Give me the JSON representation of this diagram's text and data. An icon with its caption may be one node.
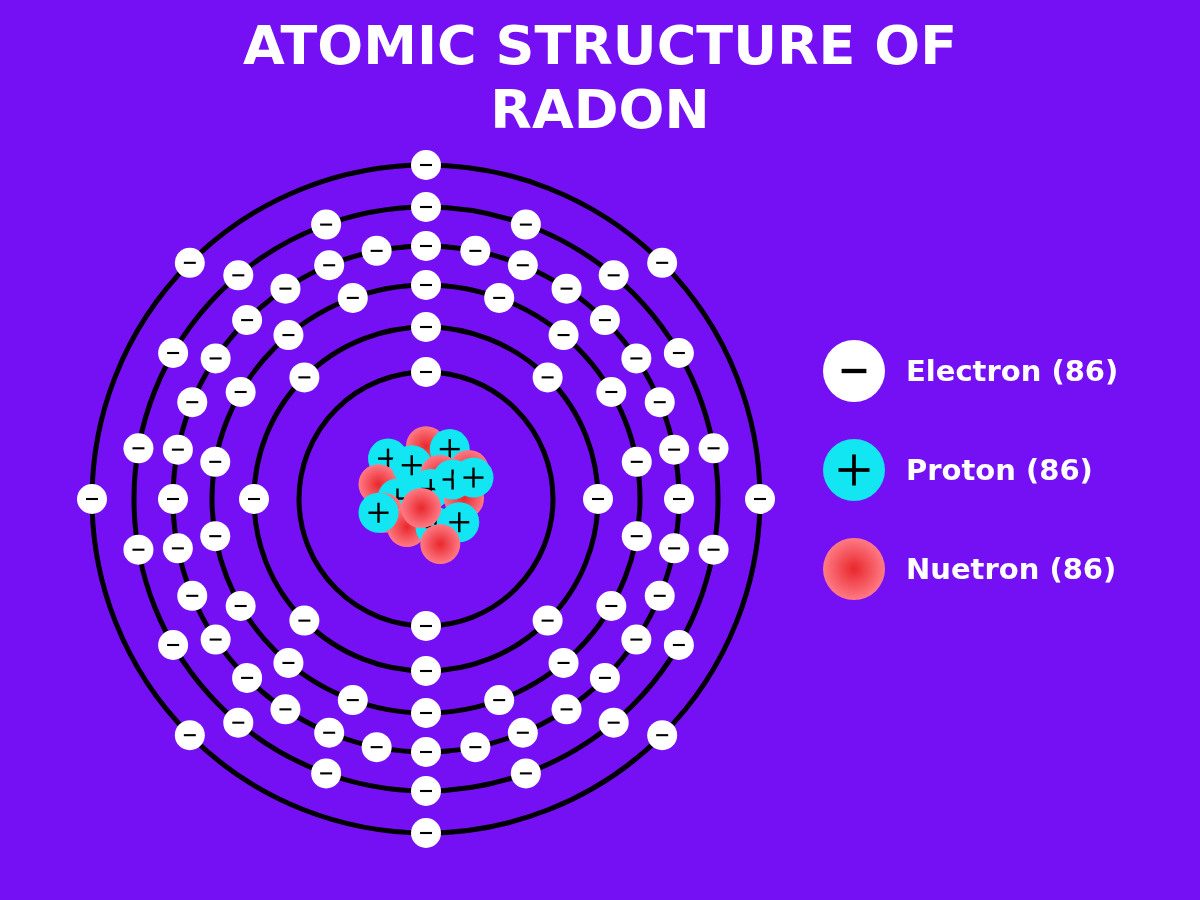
{
  "diagram": {
    "title": "ATOMIC STRUCTURE OF RADON",
    "legend": [
      {
        "text": "Electron (86)"
      },
      {
        "text": "Proton (86)"
      },
      {
        "text": "Nuetron (86)"
      }
    ]
  }
}
